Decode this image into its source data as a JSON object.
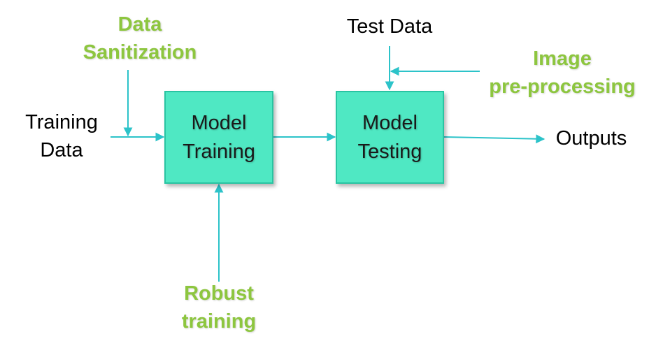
{
  "colors": {
    "box_fill": "#4FE8C3",
    "box_border": "#29C4A2",
    "arrow": "#2CC3C9",
    "input_label": "#000000",
    "defense_label": "#8DC63F"
  },
  "nodes": {
    "model_training": {
      "line1": "Model",
      "line2": "Training"
    },
    "model_testing": {
      "line1": "Model",
      "line2": "Testing"
    }
  },
  "labels": {
    "training_data": {
      "line1": "Training",
      "line2": "Data"
    },
    "test_data": "Test Data",
    "outputs": "Outputs",
    "data_sanitization": {
      "line1": "Data",
      "line2": "Sanitization"
    },
    "image_preprocessing": {
      "line1": "Image",
      "line2": "pre-processing"
    },
    "robust_training": {
      "line1": "Robust",
      "line2": "training"
    }
  }
}
